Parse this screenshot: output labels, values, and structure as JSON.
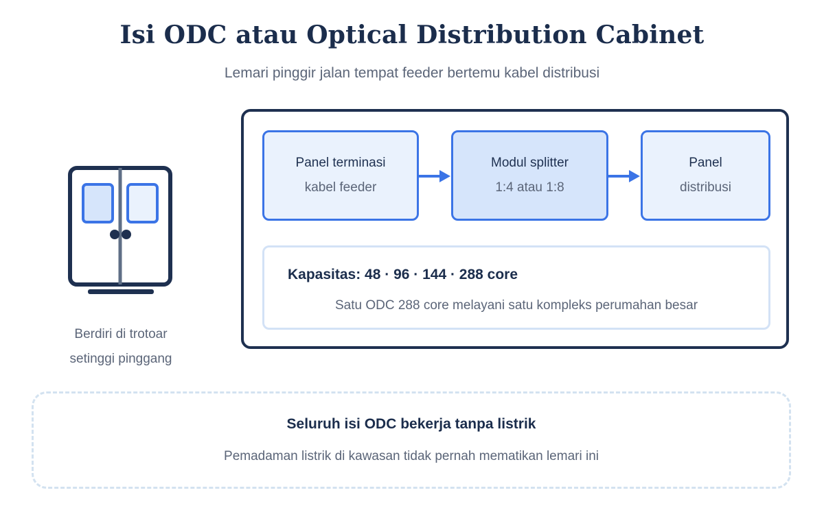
{
  "header": {
    "title": "Isi ODC atau Optical Distribution Cabinet",
    "subtitle": "Lemari pinggir jalan tempat feeder bertemu kabel distribusi"
  },
  "cabinet": {
    "icon": "cabinet-icon",
    "caption_line1": "Berdiri di trotoar",
    "caption_line2": "setinggi pinggang"
  },
  "flow": {
    "nodes": [
      {
        "title": "Panel terminasi",
        "subtitle": "kabel feeder"
      },
      {
        "title": "Modul splitter",
        "subtitle": "1:4 atau 1:8"
      },
      {
        "title": "Panel",
        "subtitle": "distribusi"
      }
    ]
  },
  "capacity": {
    "title": "Kapasitas: 48 · 96 · 144 · 288 core",
    "description": "Satu ODC 288 core melayani satu kompleks perumahan besar"
  },
  "note": {
    "title": "Seluruh isi ODC bekerja tanpa listrik",
    "description": "Pemadaman listrik di kawasan tidak pernah mematikan lemari ini"
  },
  "colors": {
    "navy": "#1e3050",
    "accent_blue": "#3b74e6",
    "node_fill": "#eaf2fd",
    "node_fill_active": "#d6e5fb",
    "muted_text": "#5b6578",
    "light_border": "#d3e2f6"
  }
}
